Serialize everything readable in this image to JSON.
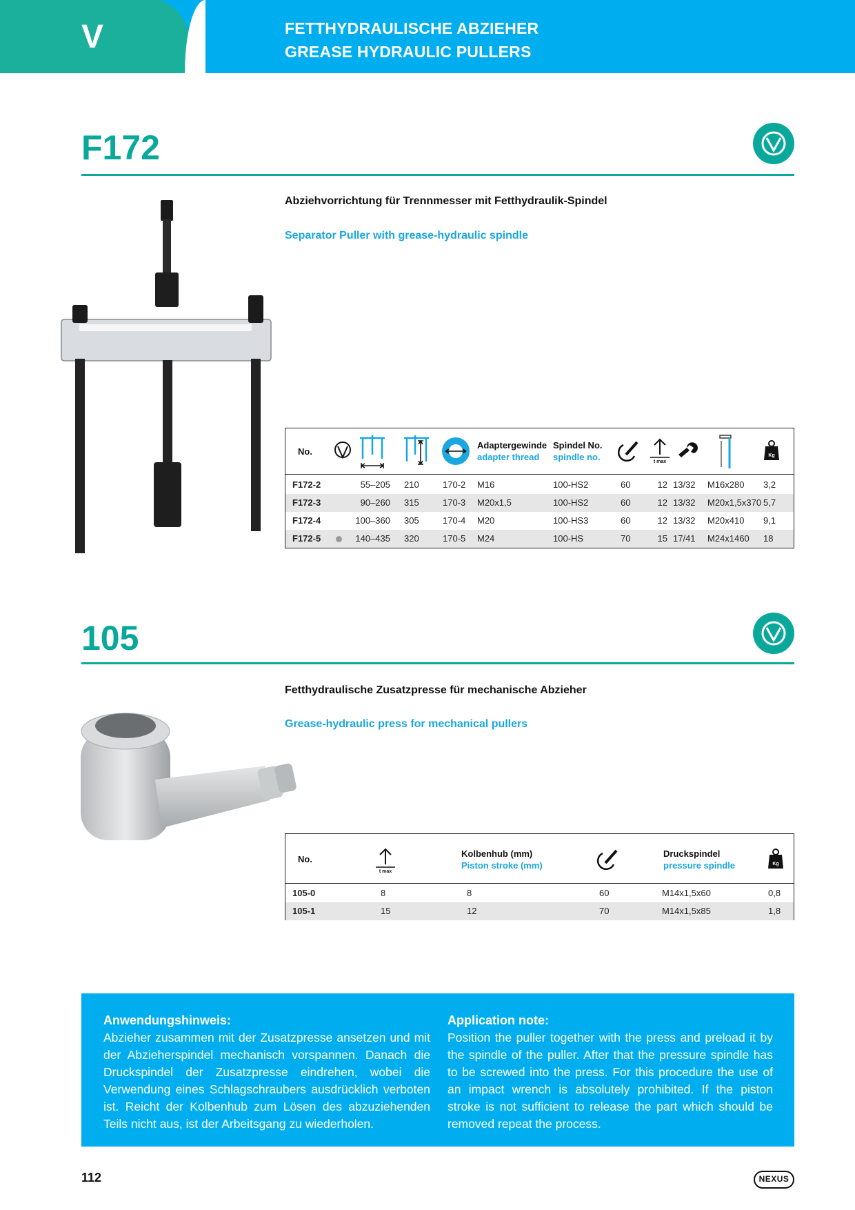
{
  "header": {
    "section_letter": "V",
    "title_de": "FETTHYDRAULISCHE ABZIEHER",
    "title_en": "GREASE HYDRAULIC PULLERS"
  },
  "products": [
    {
      "code": "F172",
      "desc_de": "Abziehvorrichtung für Trennmesser mit Fetthydraulik-Spindel",
      "desc_en": "Separator Puller with grease-hydraulic spindle",
      "table": {
        "col_no": "No.",
        "col_adapter_de": "Adaptergewinde",
        "col_adapter_en": "adapter thread",
        "col_spindle_de": "Spindel No.",
        "col_spindle_en": "spindle no.",
        "icon_tmax": "t max",
        "icon_kg": "Kg",
        "rows": [
          [
            "F172-2",
            "55–205",
            "210",
            "170-2",
            "M16",
            "100-HS2",
            "60",
            "12",
            "13/32",
            "M16x280",
            "3,2"
          ],
          [
            "F172-3",
            "90–260",
            "315",
            "170-3",
            "M20x1,5",
            "100-HS2",
            "60",
            "12",
            "13/32",
            "M20x1,5x370",
            "5,7"
          ],
          [
            "F172-4",
            "100–360",
            "305",
            "170-4",
            "M20",
            "100-HS3",
            "60",
            "12",
            "13/32",
            "M20x410",
            "9,1"
          ],
          [
            "F172-5",
            "140–435",
            "320",
            "170-5",
            "M24",
            "100-HS",
            "70",
            "15",
            "17/41",
            "M24x1460",
            "18"
          ]
        ]
      }
    },
    {
      "code": "105",
      "desc_de": "Fetthydraulische Zusatzpresse für mechanische Abzieher",
      "desc_en": "Grease-hydraulic press for mechanical pullers",
      "table": {
        "col_no": "No.",
        "col_stroke_de": "Kolbenhub (mm)",
        "col_stroke_en": "Piston stroke (mm)",
        "col_press_de": "Druckspindel",
        "col_press_en": "pressure spindle",
        "icon_tmax": "t max",
        "icon_kg": "Kg",
        "rows": [
          [
            "105-0",
            "8",
            "8",
            "60",
            "M14x1,5x60",
            "0,8"
          ],
          [
            "105-1",
            "15",
            "12",
            "70",
            "M14x1,5x85",
            "1,8"
          ]
        ]
      }
    }
  ],
  "note": {
    "heading_de": "Anwendungshinweis:",
    "text_de": "Abzieher zusammen mit der Zusatzpresse ansetzen und mit der Abzieherspindel mechanisch vorspannen. Danach die Druckspindel der Zusatzpresse eindrehen, wobei die Verwendung eines Schlagschraubers ausdrücklich verboten ist. Reicht der Kolbenhub zum Lösen des abzuziehenden Teils nicht aus, ist der Arbeitsgang zu wiederholen.",
    "heading_en": "Application note:",
    "text_en": "Position the puller together with the press and preload it by the spindle of the puller. After that the pressure spindle has to be screwed into the press. For this procedure the use of an impact wrench is absolutely prohibited. If the piston stroke is not sufficient to release the part which should be removed repeat the process."
  },
  "footer": {
    "page_number": "112",
    "brand": "NEXUS"
  },
  "colors": {
    "teal": "#0aa89b",
    "cyan": "#00aeef",
    "blue_text": "#1aa6e0"
  }
}
